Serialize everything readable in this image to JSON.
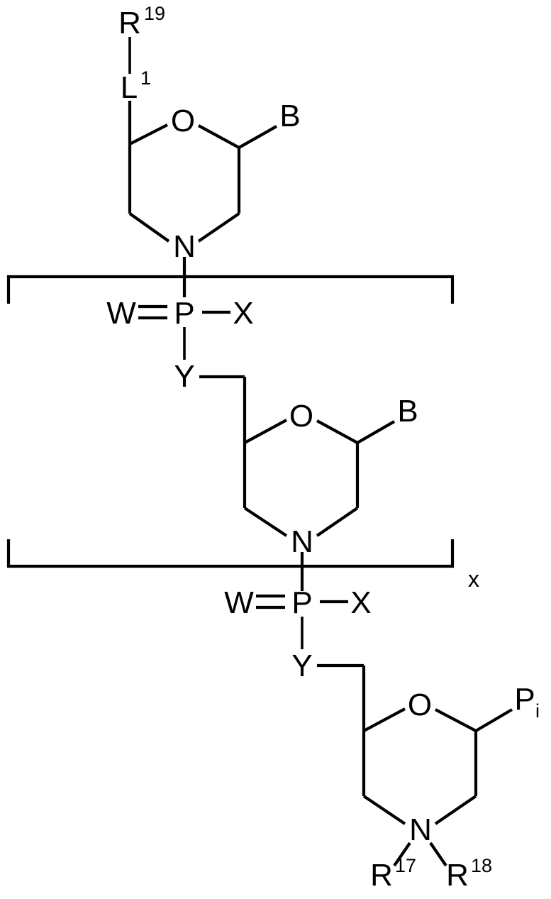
{
  "figure": {
    "type": "chemical-structure",
    "description": "Morpholino oligomer repeating-unit structure with phosphorodiamidate linkages",
    "background_color": "#ffffff",
    "line_color": "#000000"
  },
  "labels": {
    "r19_base": "R",
    "r19_sup": "19",
    "l1_base": "L",
    "l1_sup": "1",
    "oxygen": "O",
    "nitrogen": "N",
    "base_b": "B",
    "w": "W",
    "p": "P",
    "x": "X",
    "y": "Y",
    "pi_base": "P",
    "pi_sub": "i",
    "r17_base": "R",
    "r17_sup": "17",
    "r18_base": "R",
    "r18_sup": "18",
    "repeat_count": "x"
  },
  "units": {
    "top_ring": {
      "ring_oxygen": "O",
      "ring_nitrogen": "N",
      "substituent": "B",
      "linker_label": "L",
      "linker_sup": "1",
      "terminal_label": "R",
      "terminal_sup": "19"
    },
    "middle_ring": {
      "ring_oxygen": "O",
      "ring_nitrogen": "N",
      "substituent": "B"
    },
    "bottom_ring": {
      "ring_oxygen": "O",
      "ring_nitrogen": "N",
      "substituent": "P",
      "substituent_sub": "i",
      "amine_left": "R",
      "amine_left_sup": "17",
      "amine_right": "R",
      "amine_right_sup": "18"
    },
    "phosphorus_group_1": {
      "double_bonded": "W",
      "center": "P",
      "single_bonded": "X",
      "lower": "Y"
    },
    "phosphorus_group_2": {
      "double_bonded": "W",
      "center": "P",
      "single_bonded": "X",
      "lower": "Y"
    }
  },
  "brackets": {
    "outer_subscript": "x"
  }
}
